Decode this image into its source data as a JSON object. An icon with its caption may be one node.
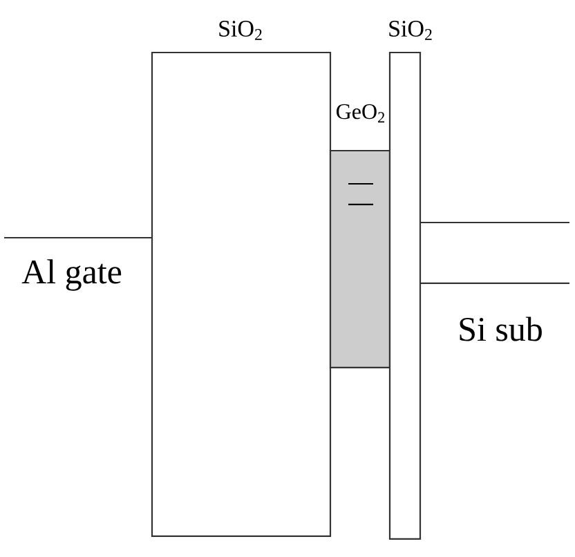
{
  "diagram": {
    "nodes": [
      {
        "text": [
          "SiO$_{2}$"
        ]
      },
      {
        "text": [
          "GeO$_{2}$"
        ]
      },
      {
        "text": [
          "SiO$_{2}$"
        ]
      }
    ],
    "labels": [
      "Al gate",
      "Si sub"
    ]
  }
}
